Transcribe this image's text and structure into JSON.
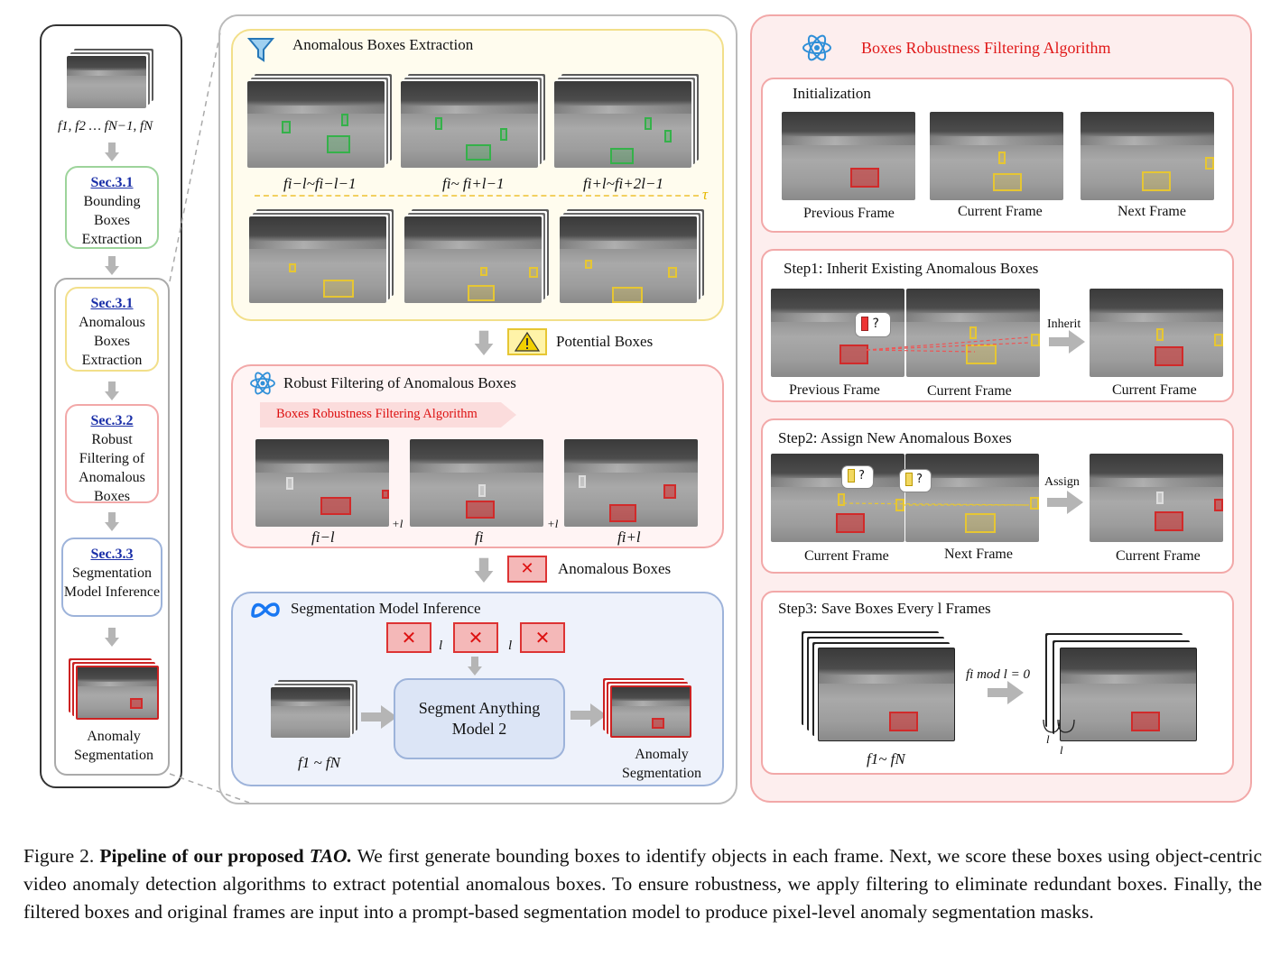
{
  "left_pipeline": {
    "frames_label": "f1, f2 … fN−1, fN",
    "sec31_bbox": {
      "link": "Sec.3.1",
      "text": "Bounding Boxes Extraction"
    },
    "sec31_anom": {
      "link": "Sec.3.1",
      "text": "Anomalous Boxes Extraction"
    },
    "sec32": {
      "link": "Sec.3.2",
      "text": "Robust Filtering of Anomalous Boxes"
    },
    "sec33": {
      "link": "Sec.3.3",
      "text": "Segmentation Model Inference"
    },
    "output_label": "Anomaly Segmentation"
  },
  "middle": {
    "extraction_title": "Anomalous Boxes Extraction",
    "frame_labels": [
      "fi−l~fi−l−1",
      "fi~ fi+l−1",
      "fi+l~fi+2l−1"
    ],
    "tau": "τ",
    "potential_boxes": "Potential Boxes",
    "robust_title": "Robust Filtering of Anomalous Boxes",
    "algo_banner": "Boxes Robustness Filtering Algorithm",
    "robust_frame_labels": [
      "fi−l",
      "fi",
      "fi+l"
    ],
    "plus_l": "+l",
    "anomalous_boxes": "Anomalous Boxes",
    "seg_title": "Segmentation Model Inference",
    "l_label": "l",
    "frames_range": "f1 ~ fN",
    "sam_label": "Segment Anything Model 2",
    "seg_output": "Anomaly Segmentation"
  },
  "right": {
    "title": "Boxes Robustness Filtering Algorithm",
    "init": {
      "title": "Initialization",
      "labels": [
        "Previous Frame",
        "Current Frame",
        "Next Frame"
      ]
    },
    "step1": {
      "title": "Step1: Inherit Existing Anomalous Boxes",
      "labels": [
        "Previous Frame",
        "Current Frame",
        "Current Frame"
      ],
      "action": "Inherit"
    },
    "step2": {
      "title": "Step2: Assign New Anomalous Boxes",
      "labels": [
        "Current Frame",
        "Next Frame",
        "Current Frame"
      ],
      "action": "Assign"
    },
    "step3": {
      "title": "Step3: Save Boxes Every l Frames",
      "condition": "fi mod l = 0",
      "frames_range": "f1~ fN",
      "l": "l"
    }
  },
  "caption": {
    "prefix": "Figure 2.",
    "bold": "Pipeline of our proposed",
    "bold_italic": "TAO.",
    "body": "We first generate bounding boxes to identify objects in each frame. Next, we score these boxes using object-centric video anomaly detection algorithms to extract potential anomalous boxes. To ensure robustness, we apply filtering to eliminate redundant boxes. Finally, the filtered boxes and original frames are input into a prompt-based segmentation model to produce pixel-level anomaly segmentation masks."
  },
  "colors": {
    "green": "#35b14a",
    "yellow": "#e6c633",
    "red": "#d12a2a",
    "blue_link": "#1a2fa8",
    "extraction_bg": "#fffcee",
    "robust_bg": "#fff4f4",
    "seg_bg": "#eef2fb",
    "right_bg": "#fdeeee"
  }
}
